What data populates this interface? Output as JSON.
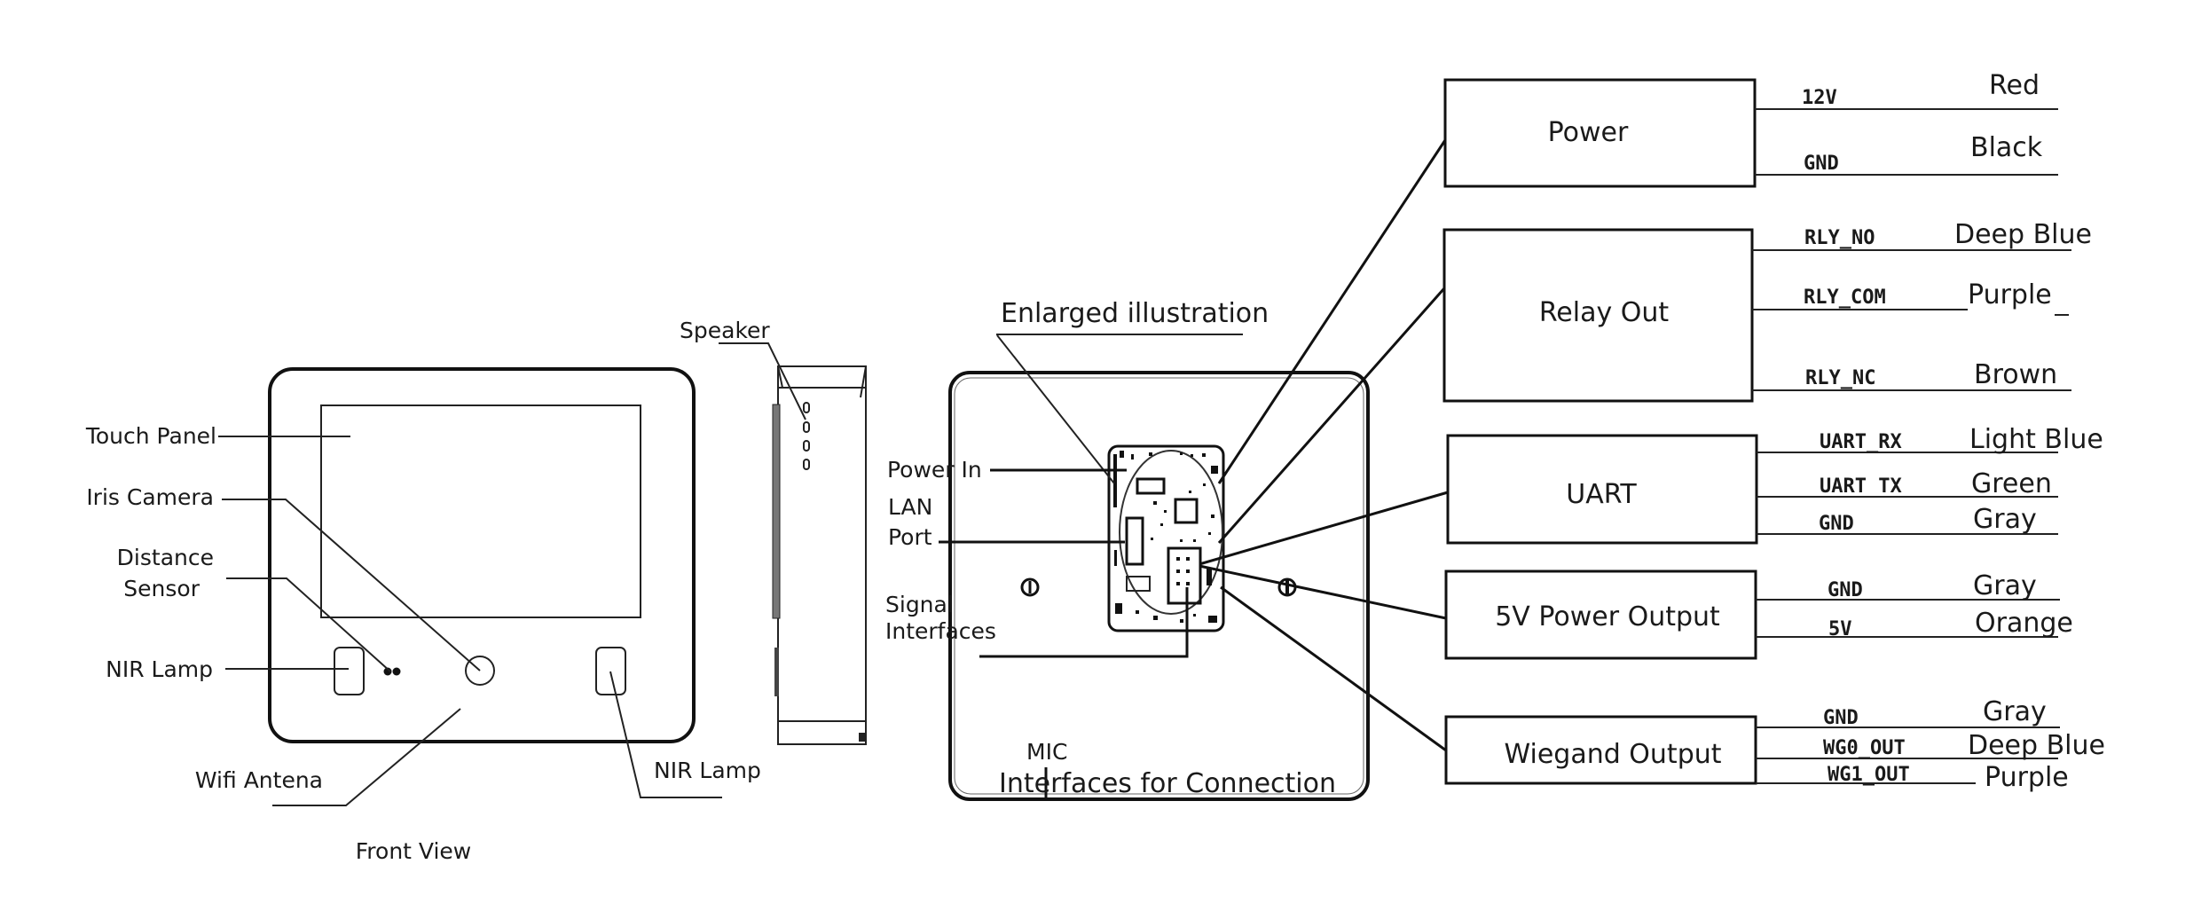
{
  "front_view": {
    "caption": "Front View",
    "labels": {
      "touch_panel": "Touch Panel",
      "iris_camera": "Iris Camera",
      "distance_line1": "Distance",
      "distance_line2": "Sensor",
      "nir_lamp_left": "NIR Lamp",
      "wifi_antenna": "Wifi Antena",
      "nir_lamp_right": "NIR Lamp"
    }
  },
  "side_view": {
    "labels": {
      "speaker": "Speaker"
    }
  },
  "rear_view": {
    "caption": "Interfaces for Connection",
    "labels": {
      "enlarged": "Enlarged illustration",
      "power_in": "Power In",
      "lan_line1": "LAN",
      "lan_line2": "Port",
      "signal_line1": "Signal",
      "signal_line2": "Interfaces",
      "mic": "MIC"
    }
  },
  "interfaces": [
    {
      "name": "Power",
      "wires": [
        {
          "pin": "12V",
          "color": "Red"
        },
        {
          "pin": "GND",
          "color": "Black"
        }
      ]
    },
    {
      "name": "Relay Out",
      "wires": [
        {
          "pin": "RLY_NO",
          "color": "Deep Blue"
        },
        {
          "pin": "RLY_COM",
          "color": "Purple"
        },
        {
          "pin": "RLY_NC",
          "color": "Brown"
        }
      ]
    },
    {
      "name": "UART",
      "wires": [
        {
          "pin": "UART_RX",
          "color": "Light Blue"
        },
        {
          "pin": "UART TX",
          "color": "Green"
        },
        {
          "pin": "GND",
          "color": "Gray"
        }
      ]
    },
    {
      "name": "5V Power Output",
      "wires": [
        {
          "pin": "GND",
          "color": "Gray"
        },
        {
          "pin": "5V",
          "color": "Orange"
        }
      ]
    },
    {
      "name": "Wiegand Output",
      "wires": [
        {
          "pin": "GND",
          "color": "Gray"
        },
        {
          "pin": "WG0_OUT",
          "color": "Deep Blue"
        },
        {
          "pin": "WG1_OUT",
          "color": "Purple"
        }
      ]
    }
  ]
}
